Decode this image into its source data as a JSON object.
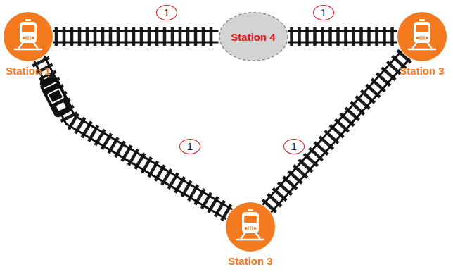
{
  "diagram": {
    "nodes": [
      {
        "text": [
          "Station 1"
        ]
      },
      {
        "text": [
          "Station 4"
        ]
      },
      {
        "text": [
          "Station 3"
        ]
      },
      {
        "text": [
          "Station 3"
        ]
      }
    ],
    "edges": [
      {
        "from": 0,
        "to": 1,
        "arrow": "none",
        "label": "1"
      },
      {
        "from": 1,
        "to": 2,
        "arrow": "none",
        "label": "1"
      },
      {
        "from": 0,
        "to": 3,
        "arrow": "none",
        "label": "1"
      },
      {
        "from": 3,
        "to": 2,
        "arrow": "none",
        "label": "1"
      }
    ]
  }
}
